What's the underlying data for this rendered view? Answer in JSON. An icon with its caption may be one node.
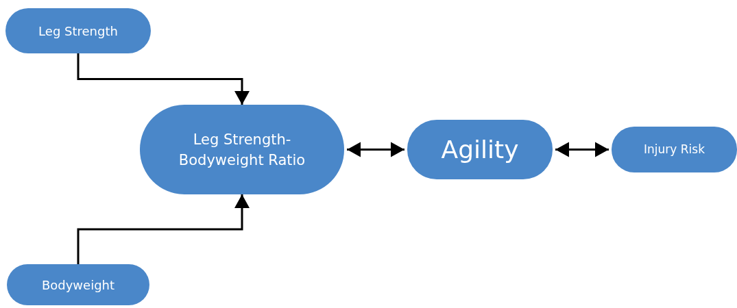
{
  "diagram": {
    "nodes": [
      {
        "text": [
          "Leg Strength"
        ]
      },
      {
        "text": [
          "Bodyweight"
        ]
      },
      {
        "text": [
          "Leg Strength-Bodyweight Ratio"
        ]
      },
      {
        "text": [
          "Agility"
        ]
      },
      {
        "text": [
          "Injury Risk"
        ]
      }
    ],
    "edges": [
      {
        "from": 0,
        "to": 2,
        "arrow": "to"
      },
      {
        "from": 1,
        "to": 2,
        "arrow": "to"
      },
      {
        "from": 2,
        "to": 3,
        "arrow": "both"
      },
      {
        "from": 3,
        "to": 4,
        "arrow": "both"
      }
    ]
  }
}
